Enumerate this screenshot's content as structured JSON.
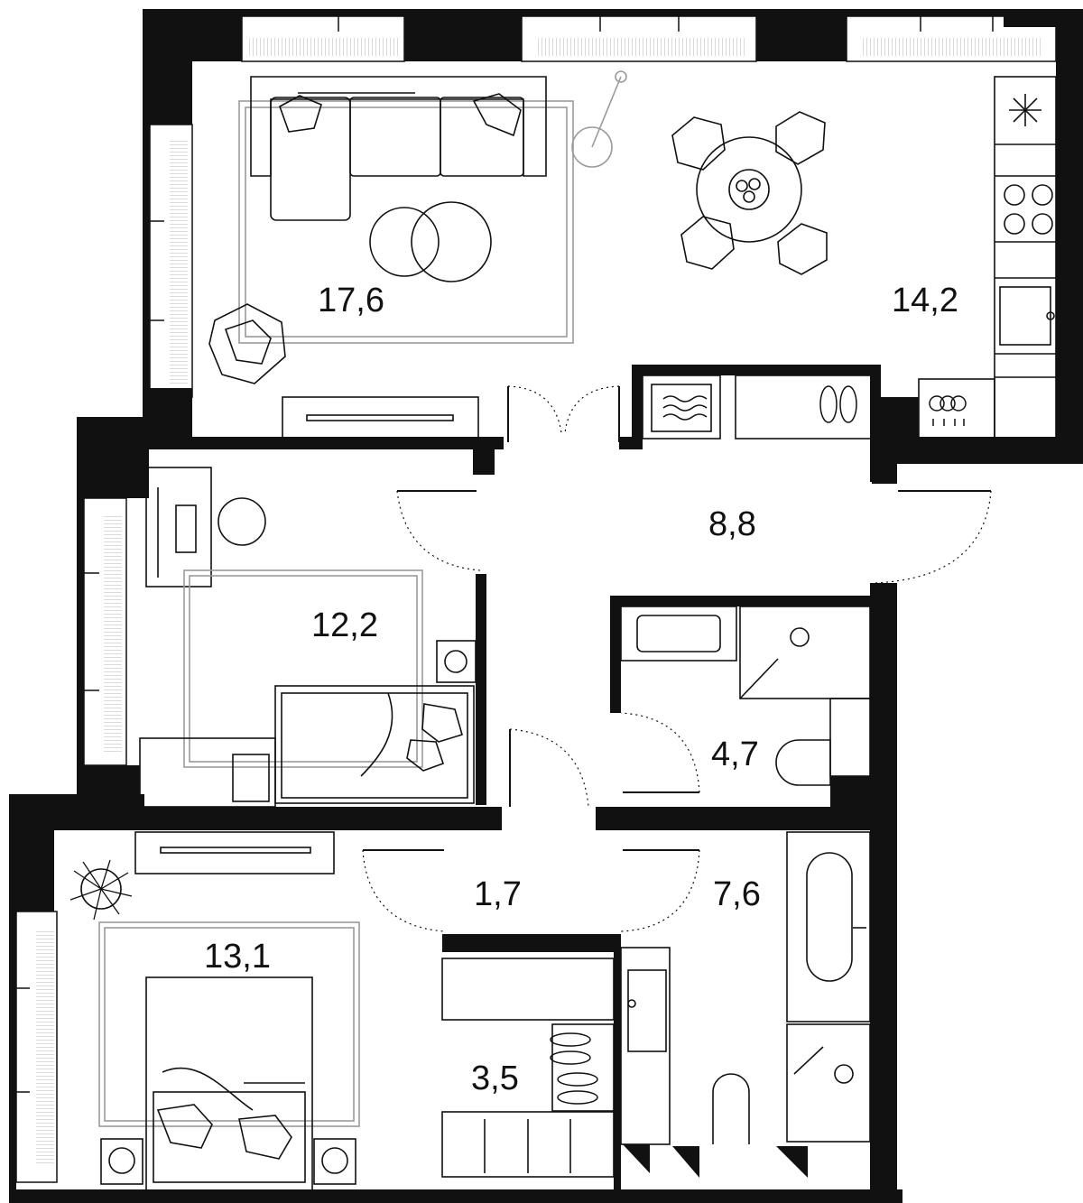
{
  "colors": {
    "wall": "#111111",
    "line": "#111111",
    "furniture_gray": "#9a9a9a",
    "background": "#ffffff"
  },
  "rooms": [
    {
      "id": "living",
      "area": "17,6"
    },
    {
      "id": "kitchen",
      "area": "14,2"
    },
    {
      "id": "hall",
      "area": "8,8"
    },
    {
      "id": "bedroom-2",
      "area": "12,2"
    },
    {
      "id": "bathroom-1",
      "area": "4,7"
    },
    {
      "id": "corridor",
      "area": "1,7"
    },
    {
      "id": "bathroom-2",
      "area": "7,6"
    },
    {
      "id": "bedroom-1",
      "area": "13,1"
    },
    {
      "id": "wardrobe",
      "area": "3,5"
    }
  ],
  "icons": [
    "freezer-icon",
    "stove-icon",
    "washing-machine-icon",
    "slippers-icon",
    "plant-icon",
    "ventilation-icon"
  ]
}
